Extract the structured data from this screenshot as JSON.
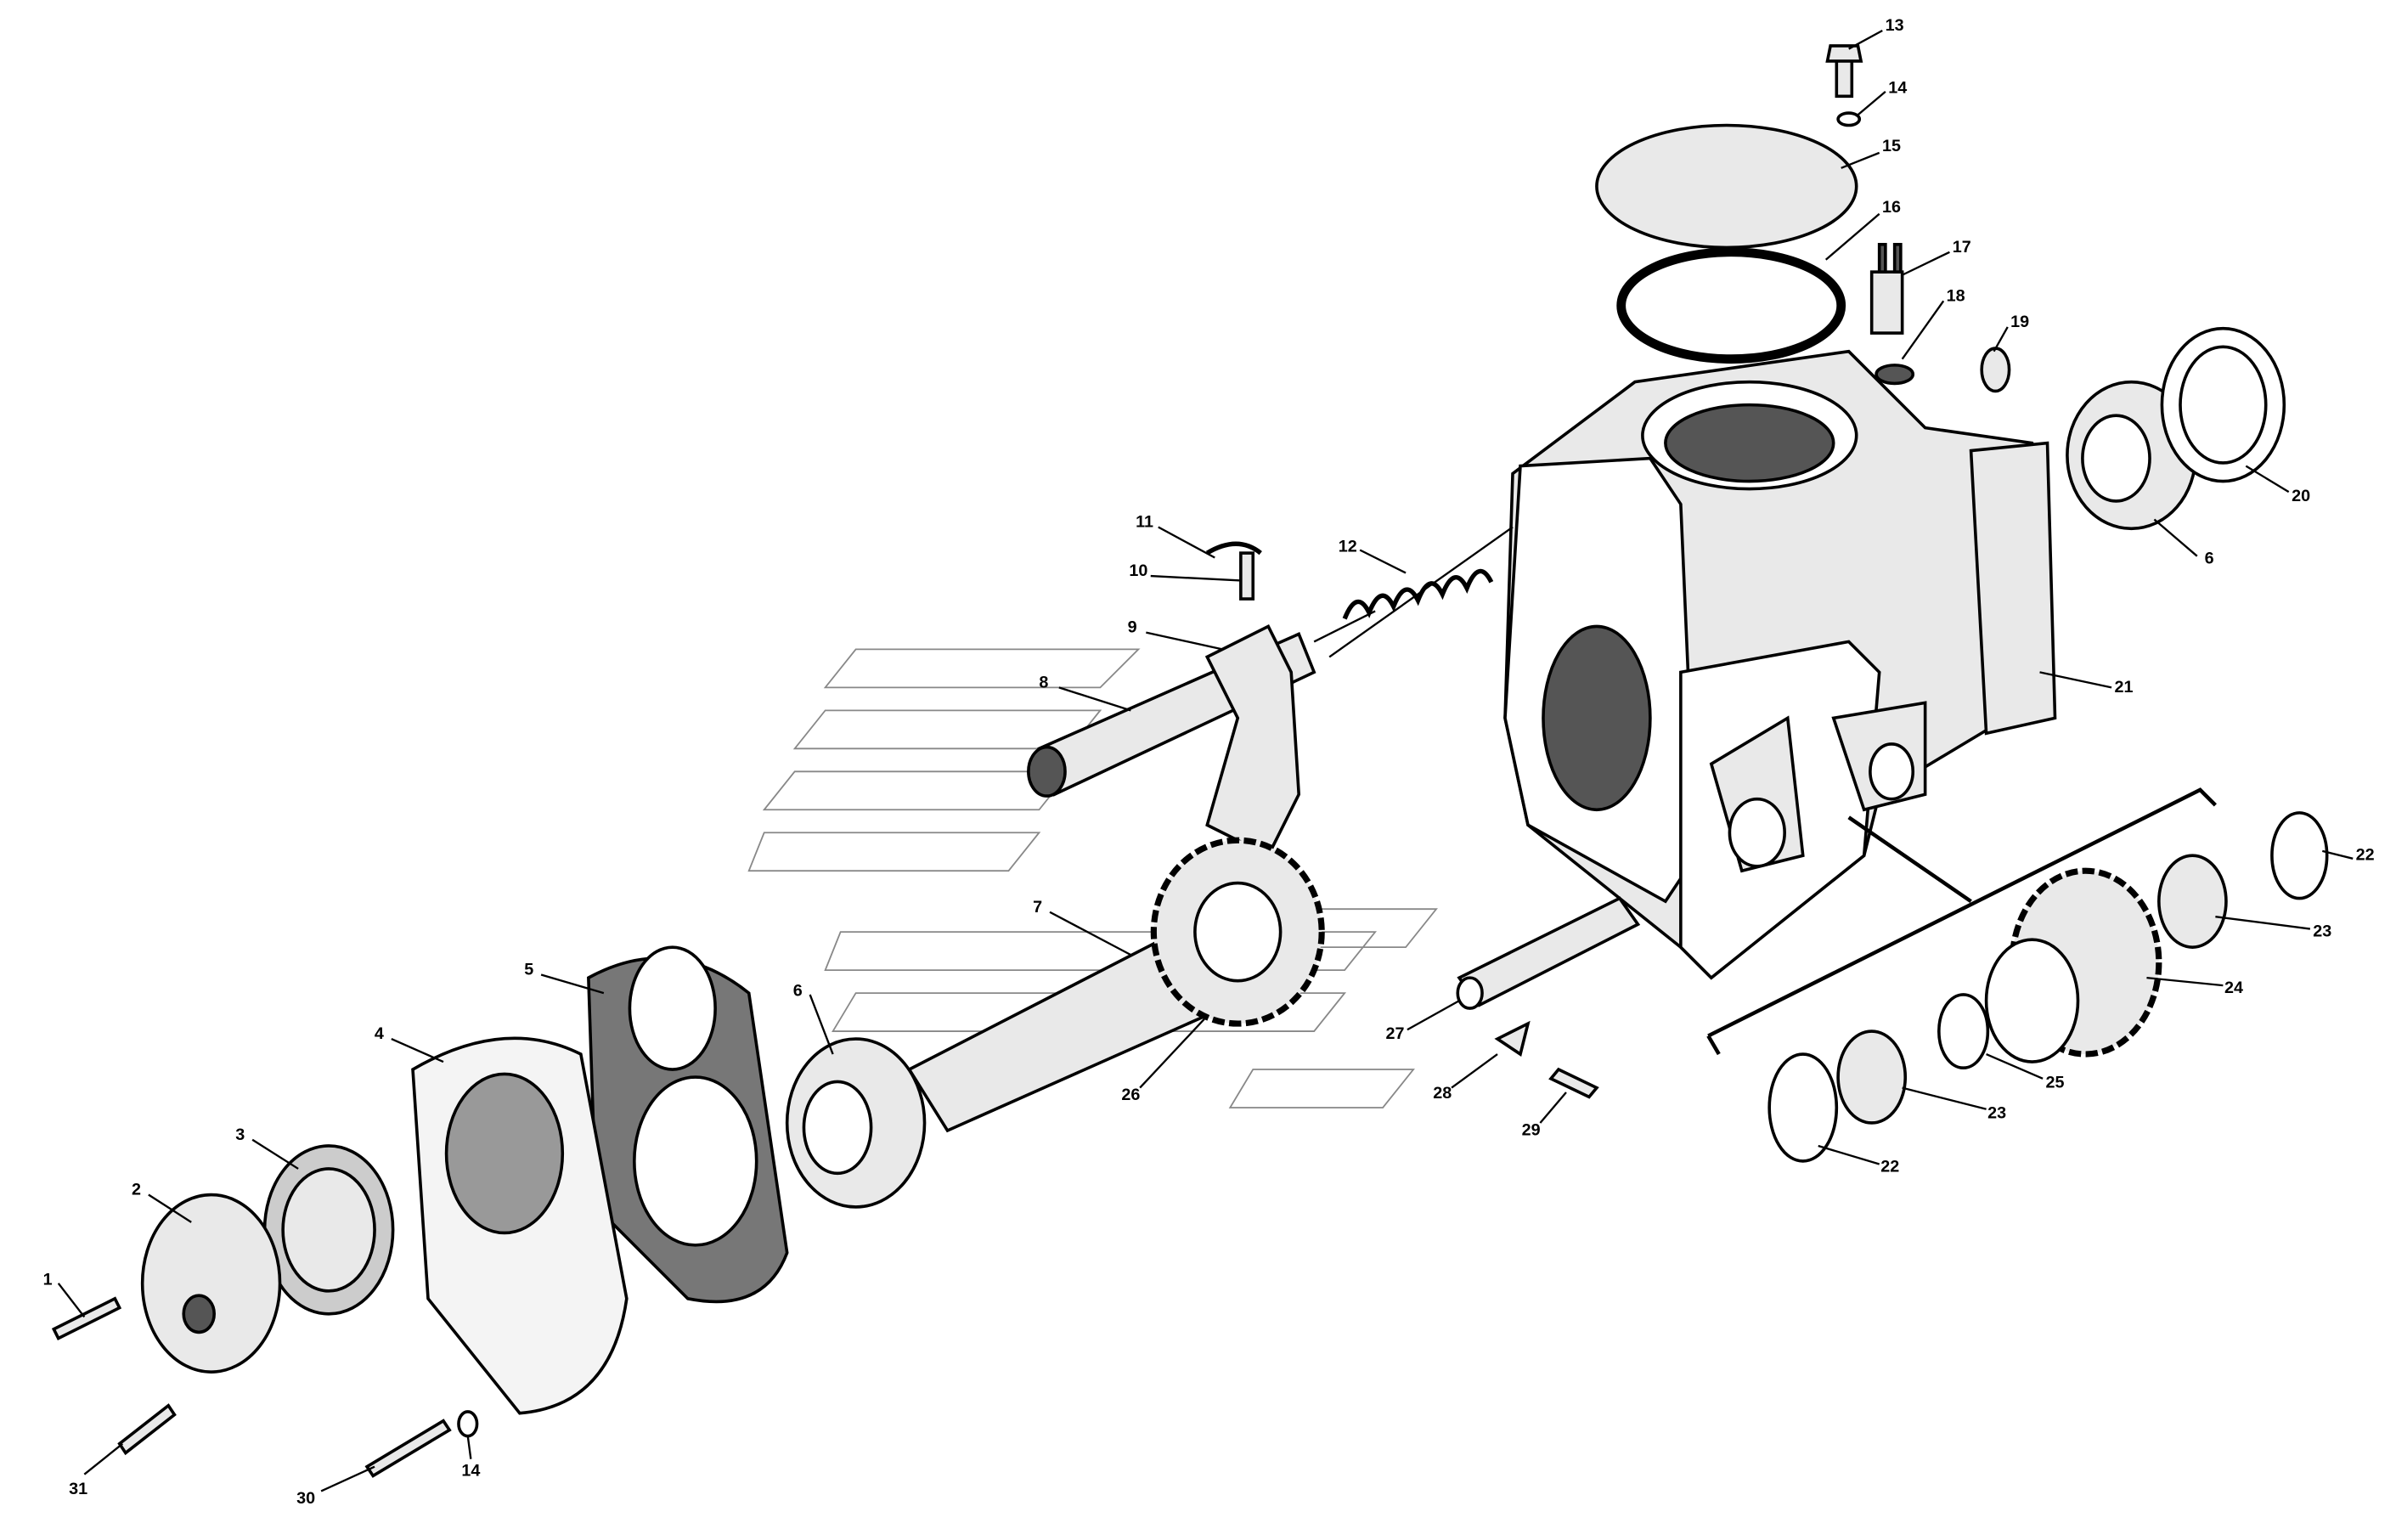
{
  "diagram": {
    "type": "exploded-parts-view",
    "callouts": [
      "13",
      "14",
      "15",
      "16",
      "17",
      "18",
      "19",
      "20",
      "6",
      "21",
      "11",
      "10",
      "12",
      "9",
      "8",
      "7",
      "6",
      "5",
      "4",
      "3",
      "2",
      "1",
      "31",
      "30",
      "14",
      "26",
      "27",
      "28",
      "29",
      "22",
      "23",
      "24",
      "25",
      "23",
      "22"
    ]
  }
}
